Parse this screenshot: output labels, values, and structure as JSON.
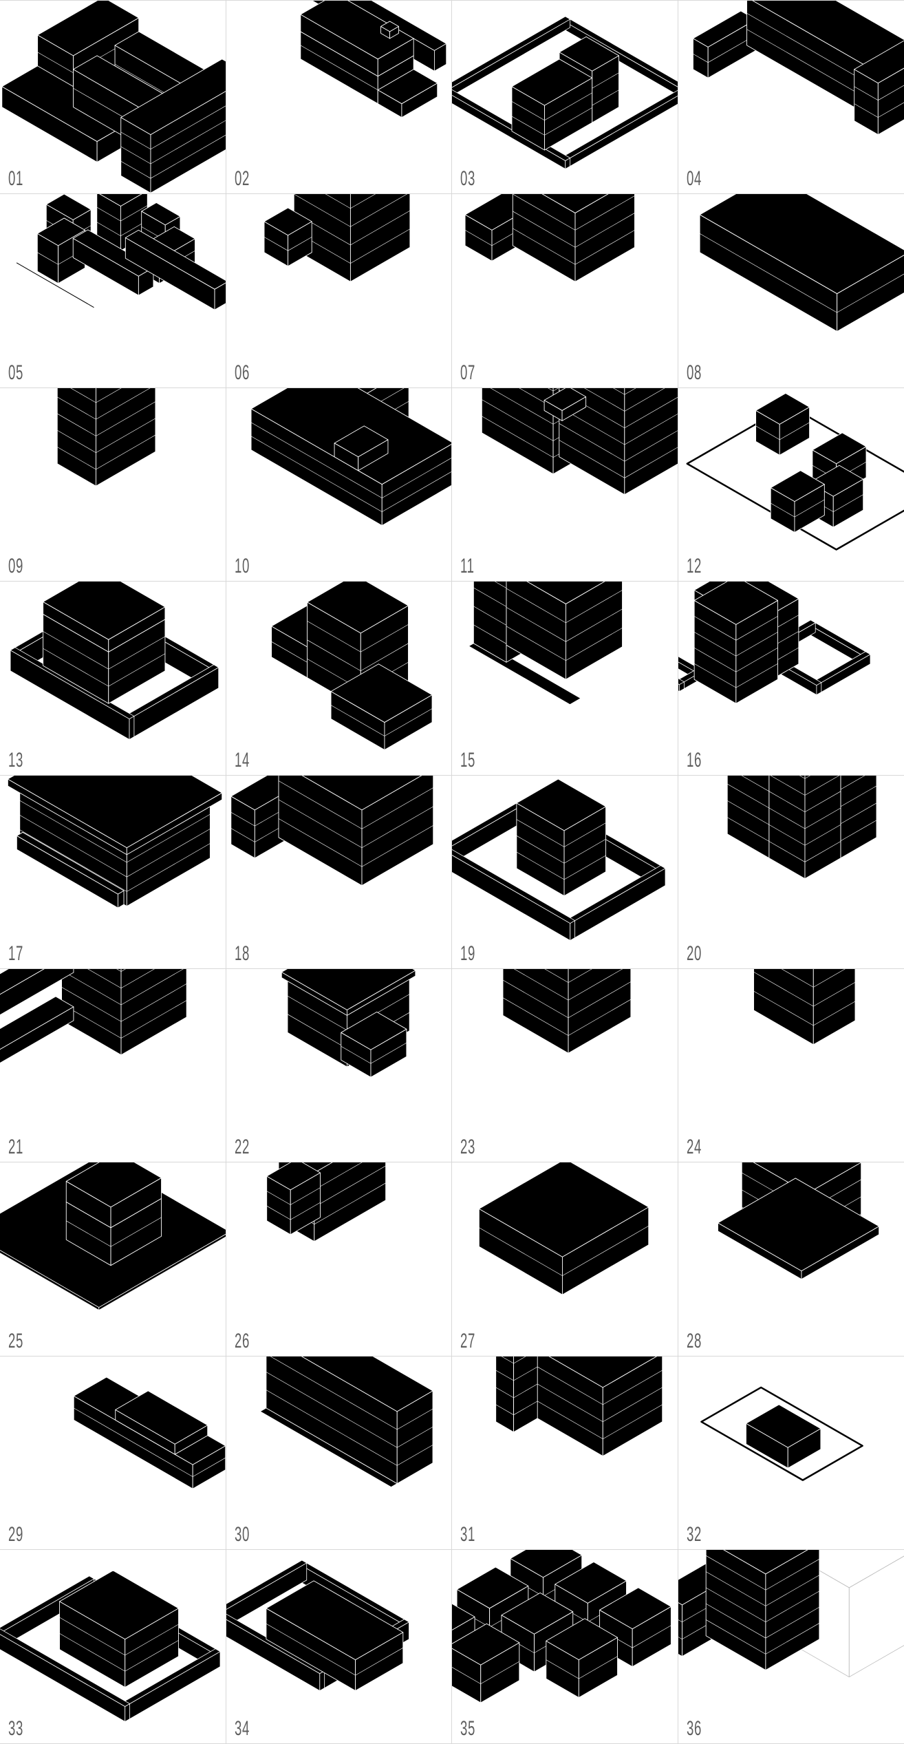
{
  "figure": {
    "layout": {
      "columns": 4,
      "rows": 9
    },
    "colors": {
      "fill": "#000000",
      "edge": "#ffffff",
      "grid_line": "#d8d8d8",
      "label": "#5e5e5e",
      "ghost": "#bfbfbf"
    },
    "cells": [
      {
        "label": "01",
        "ox": 150,
        "oy": 70,
        "s": 1,
        "boxes": [
          [
            0,
            0,
            0,
            60,
            110,
            75
          ],
          [
            60,
            0,
            0,
            150,
            40,
            55
          ],
          [
            60,
            70,
            0,
            150,
            40,
            55
          ],
          [
            60,
            40,
            0,
            150,
            30,
            25
          ],
          [
            0,
            110,
            0,
            160,
            60,
            30
          ],
          [
            200,
            0,
            0,
            50,
            170,
            85
          ]
        ]
      },
      {
        "label": "02",
        "ox": 160,
        "oy": 55,
        "s": 1,
        "slab": [
          [
            -120,
            -55,
            0,
            250,
            20,
            30
          ]
        ],
        "boxes": [
          [
            0,
            0,
            0,
            130,
            60,
            40
          ],
          [
            0,
            0,
            40,
            130,
            60,
            25
          ],
          [
            130,
            0,
            0,
            40,
            60,
            20
          ],
          [
            95,
            5,
            65,
            15,
            15,
            10
          ]
        ]
      },
      {
        "label": "03",
        "ox": 165,
        "oy": 35,
        "s": 1,
        "ring": [
          [
            0,
            0,
            0,
            210,
            210,
            12,
            8
          ]
        ],
        "boxes": [
          [
            110,
            120,
            0,
            55,
            80,
            65
          ],
          [
            110,
            75,
            0,
            55,
            45,
            75
          ]
        ]
      },
      {
        "label": "04",
        "ox": 160,
        "oy": 30,
        "s": 1,
        "boxes": [
          [
            0,
            0,
            0,
            200,
            70,
            70
          ],
          [
            -10,
            70,
            0,
            25,
            80,
            45
          ],
          [
            200,
            0,
            0,
            40,
            90,
            75
          ]
        ]
      },
      {
        "label": "05",
        "ox": 180,
        "oy": 40,
        "s": 1,
        "boxes": [
          [
            0,
            0,
            0,
            40,
            45,
            65
          ],
          [
            45,
            -10,
            0,
            40,
            25,
            45
          ],
          [
            55,
            30,
            0,
            150,
            22,
            30
          ],
          [
            10,
            70,
            0,
            110,
            25,
            28
          ],
          [
            0,
            100,
            0,
            35,
            45,
            55
          ],
          [
            -20,
            80,
            0,
            45,
            30,
            70
          ],
          [
            85,
            0,
            0,
            35,
            60,
            35
          ]
        ],
        "lines": [
          [
            -30,
            150,
            0,
            100,
            150,
            0
          ]
        ]
      },
      {
        "label": "06",
        "ox": 185,
        "oy": 30,
        "s": 1,
        "boxes": [
          [
            0,
            0,
            0,
            95,
            100,
            160
          ],
          [
            0,
            0,
            160,
            60,
            60,
            25
          ],
          [
            -20,
            90,
            0,
            40,
            40,
            45
          ]
        ]
      },
      {
        "label": "07",
        "ox": 175,
        "oy": 25,
        "s": 1,
        "boxes": [
          [
            0,
            0,
            100,
            105,
            80,
            25
          ],
          [
            0,
            0,
            0,
            105,
            100,
            100
          ],
          [
            -40,
            60,
            0,
            45,
            80,
            45
          ]
        ]
      },
      {
        "label": "08",
        "ox": 135,
        "oy": 25,
        "s": 1,
        "boxes": [
          [
            0,
            0,
            0,
            230,
            120,
            55
          ]
        ],
        "ring": [
          [
            0,
            0,
            55,
            230,
            120,
            0,
            8
          ]
        ]
      },
      {
        "label": "09",
        "ox": 170,
        "oy": 60,
        "s": 1,
        "boxes": [
          [
            0,
            0,
            0,
            65,
            100,
            170
          ]
        ]
      },
      {
        "label": "10",
        "ox": 140,
        "oy": 30,
        "s": 1,
        "boxes": [
          [
            55,
            0,
            60,
            90,
            70,
            70
          ],
          [
            0,
            0,
            0,
            220,
            120,
            60
          ],
          [
            140,
            70,
            60,
            40,
            50,
            20
          ]
        ]
      },
      {
        "label": "11",
        "ox": 130,
        "oy": 15,
        "s": 1,
        "boxes": [
          [
            0,
            0,
            0,
            120,
            100,
            145
          ],
          [
            100,
            -40,
            0,
            110,
            110,
            170
          ],
          [
            100,
            55,
            80,
            30,
            40,
            15
          ]
        ]
      },
      {
        "label": "12",
        "ox": 160,
        "oy": 25,
        "s": 1,
        "site": [
          [
            0,
            0,
            0,
            250,
            170
          ]
        ],
        "boxes": [
          [
            25,
            30,
            0,
            40,
            50,
            45
          ],
          [
            130,
            40,
            0,
            40,
            50,
            45
          ],
          [
            175,
            90,
            0,
            40,
            50,
            45
          ],
          [
            150,
            130,
            0,
            40,
            50,
            45
          ]
        ]
      },
      {
        "label": "13",
        "ox": 145,
        "oy": 55,
        "s": 1,
        "ring": [
          [
            0,
            0,
            0,
            200,
            150,
            30,
            8
          ]
        ],
        "boxes": [
          [
            20,
            20,
            0,
            110,
            95,
            75
          ],
          [
            20,
            20,
            75,
            110,
            95,
            18
          ]
        ]
      },
      {
        "label": "14",
        "ox": 135,
        "oy": 70,
        "s": 1,
        "boxes": [
          [
            0,
            0,
            0,
            80,
            80,
            45
          ],
          [
            60,
            0,
            0,
            90,
            80,
            110
          ],
          [
            140,
            40,
            0,
            90,
            80,
            40
          ]
        ]
      },
      {
        "label": "15",
        "ox": 170,
        "oy": 10,
        "s": 1,
        "boxes": [
          [
            0,
            0,
            80,
            70,
            60,
            55
          ],
          [
            30,
            40,
            0,
            100,
            95,
            110
          ],
          [
            0,
            70,
            0,
            55,
            90,
            135
          ]
        ],
        "slab": [
          [
            0,
            150,
            0,
            170,
            18,
            0
          ]
        ]
      },
      {
        "label": "16",
        "ox": 140,
        "oy": 40,
        "s": 1,
        "ring": [
          [
            60,
            0,
            0,
            100,
            90,
            14,
            8
          ],
          [
            -20,
            160,
            0,
            60,
            40,
            10,
            8
          ]
        ],
        "boxes": [
          [
            0,
            60,
            0,
            100,
            75,
            95
          ],
          [
            35,
            100,
            0,
            70,
            70,
            115
          ]
        ]
      },
      {
        "label": "17",
        "ox": 150,
        "oy": 30,
        "s": 1,
        "boxes": [
          [
            0,
            0,
            0,
            180,
            140,
            85
          ],
          [
            -10,
            -10,
            85,
            200,
            160,
            10
          ],
          [
            5,
            140,
            0,
            170,
            10,
            20
          ]
        ]
      },
      {
        "label": "18",
        "ox": 180,
        "oy": 30,
        "s": 1,
        "boxes": [
          [
            0,
            0,
            0,
            140,
            120,
            110
          ],
          [
            -30,
            90,
            0,
            40,
            80,
            70
          ]
        ]
      },
      {
        "label": "19",
        "ox": 120,
        "oy": 50,
        "s": 1,
        "ring": [
          [
            0,
            0,
            0,
            220,
            160,
            25,
            8
          ]
        ],
        "boxes": [
          [
            70,
            30,
            0,
            80,
            70,
            95
          ]
        ]
      },
      {
        "label": "20",
        "ox": 175,
        "oy": 25,
        "s": 1,
        "boxes": [
          [
            0,
            0,
            0,
            70,
            120,
            170
          ],
          [
            70,
            0,
            0,
            60,
            60,
            150
          ],
          [
            70,
            60,
            0,
            60,
            60,
            170
          ]
        ]
      },
      {
        "label": "21",
        "ox": 185,
        "oy": 20,
        "s": 1,
        "boxes": [
          [
            0,
            0,
            0,
            100,
            110,
            170
          ],
          [
            0,
            0,
            170,
            105,
            115,
            8
          ],
          [
            -20,
            100,
            70,
            30,
            130,
            30
          ],
          [
            -20,
            100,
            0,
            30,
            150,
            20
          ]
        ]
      },
      {
        "label": "22",
        "ox": 180,
        "oy": 40,
        "s": 1,
        "boxes": [
          [
            0,
            0,
            0,
            100,
            105,
            80
          ],
          [
            -5,
            -5,
            80,
            110,
            115,
            8
          ],
          [
            85,
            40,
            0,
            50,
            60,
            40
          ]
        ]
      },
      {
        "label": "23",
        "ox": 165,
        "oy": 15,
        "s": 1,
        "boxes": [
          [
            0,
            0,
            0,
            110,
            105,
            180
          ]
        ],
        "ring": [
          [
            0,
            0,
            180,
            110,
            105,
            0,
            8
          ]
        ]
      },
      {
        "label": "24",
        "ox": 170,
        "oy": 25,
        "s": 1,
        "boxes": [
          [
            0,
            0,
            0,
            100,
            70,
            195
          ]
        ]
      },
      {
        "label": "25",
        "ox": 170,
        "oy": 70,
        "s": 1,
        "slab": [
          [
            -90,
            -60,
            0,
            220,
            220,
            4
          ]
        ],
        "boxes": [
          [
            0,
            0,
            0,
            75,
            85,
            55
          ],
          [
            0,
            0,
            55,
            75,
            85,
            30
          ]
        ]
      },
      {
        "label": "26",
        "ox": 180,
        "oy": 25,
        "s": 1,
        "boxes": [
          [
            0,
            0,
            100,
            60,
            70,
            80
          ],
          [
            0,
            0,
            0,
            60,
            120,
            100
          ],
          [
            -10,
            80,
            0,
            40,
            50,
            65
          ]
        ]
      },
      {
        "label": "27",
        "ox": 165,
        "oy": 50,
        "s": 1,
        "boxes": [
          [
            0,
            0,
            0,
            140,
            145,
            55
          ]
        ]
      },
      {
        "label": "28",
        "ox": 170,
        "oy": 45,
        "s": 1,
        "boxes": [
          [
            0,
            0,
            0,
            110,
            90,
            100
          ],
          [
            30,
            -10,
            100,
            40,
            70,
            45
          ],
          [
            -10,
            -10,
            0,
            140,
            130,
            12
          ]
        ]
      },
      {
        "label": "29",
        "ox": 155,
        "oy": 65,
        "s": 1,
        "boxes": [
          [
            0,
            0,
            0,
            200,
            55,
            35
          ],
          [
            70,
            0,
            35,
            100,
            55,
            15
          ]
        ],
        "lines": [
          [
            -40,
            160,
            0,
            -20,
            160,
            0
          ]
        ]
      },
      {
        "label": "30",
        "ox": 110,
        "oy": 45,
        "s": 1,
        "boxes": [
          [
            0,
            0,
            0,
            220,
            60,
            105
          ]
        ],
        "slab": [
          [
            0,
            60,
            0,
            220,
            10,
            0
          ]
        ]
      },
      {
        "label": "31",
        "ox": 185,
        "oy": 25,
        "s": 1,
        "boxes": [
          [
            0,
            0,
            0,
            140,
            100,
            100
          ],
          [
            0,
            100,
            0,
            30,
            40,
            150
          ]
        ],
        "ring": [
          [
            0,
            0,
            100,
            140,
            100,
            45,
            6
          ]
        ]
      },
      {
        "label": "32",
        "ox": 120,
        "oy": 45,
        "s": 1,
        "site": [
          [
            0,
            0,
            0,
            170,
            100
          ]
        ],
        "boxes": [
          [
            70,
            40,
            0,
            70,
            55,
            30
          ]
        ]
      },
      {
        "label": "33",
        "ox": 130,
        "oy": 60,
        "s": 1,
        "ring": [
          [
            0,
            0,
            0,
            220,
            160,
            22,
            8
          ]
        ],
        "boxes": [
          [
            60,
            20,
            0,
            110,
            90,
            70
          ]
        ]
      },
      {
        "label": "34",
        "ox": 110,
        "oy": 40,
        "s": 1,
        "ring": [
          [
            0,
            0,
            0,
            180,
            150,
            25,
            8
          ]
        ],
        "boxes": [
          [
            60,
            40,
            0,
            150,
            80,
            45
          ]
        ]
      },
      {
        "label": "35",
        "ox": 150,
        "oy": 30,
        "s": 1,
        "boxes": [
          [
            0,
            10,
            0,
            55,
            65,
            55
          ],
          [
            0,
            100,
            0,
            55,
            65,
            55
          ],
          [
            0,
            190,
            0,
            55,
            65,
            55
          ],
          [
            75,
            10,
            0,
            55,
            65,
            55
          ],
          [
            75,
            100,
            0,
            55,
            65,
            55
          ],
          [
            75,
            190,
            0,
            55,
            65,
            55
          ],
          [
            150,
            10,
            0,
            55,
            65,
            55
          ],
          [
            150,
            100,
            0,
            55,
            65,
            55
          ]
        ]
      },
      {
        "label": "36",
        "ox": 170,
        "oy": 70,
        "s": 1,
        "ghost": [
          [
            0,
            -80,
            0,
            160,
            150,
            130
          ]
        ],
        "boxes": [
          [
            -20,
            40,
            0,
            100,
            90,
            140
          ],
          [
            -50,
            60,
            0,
            40,
            120,
            75
          ]
        ]
      }
    ]
  }
}
